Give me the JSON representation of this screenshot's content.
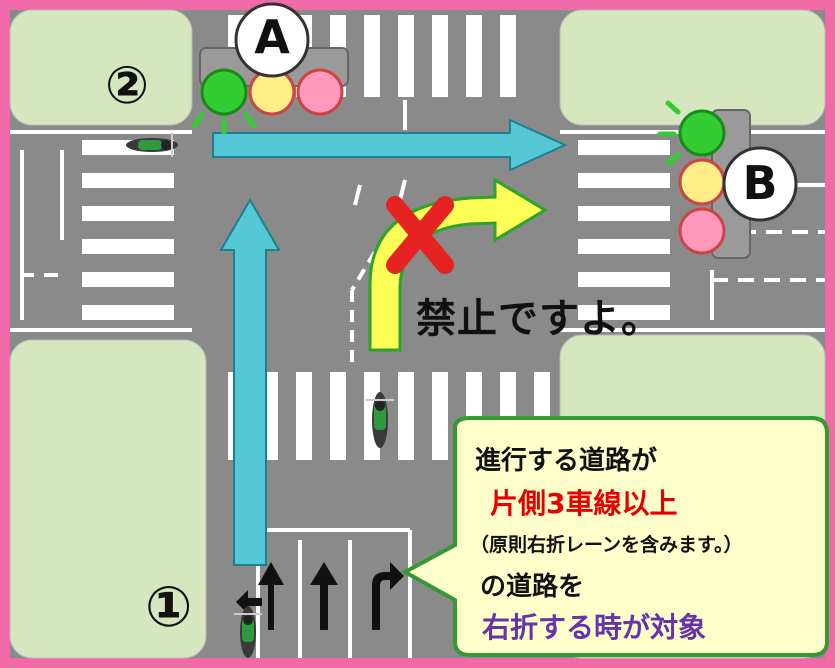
{
  "signals": {
    "a_label": "A",
    "b_label": "B",
    "colors": {
      "green": "#33cc33",
      "yellow": "#ffee88",
      "red": "#ff99bb"
    }
  },
  "route_labels": {
    "one": "①",
    "two": "②"
  },
  "prohibition": {
    "text": "禁止ですよ。"
  },
  "callout": {
    "line1": "進行する道路が",
    "line2": "片側3車線以上",
    "line3": "（原則右折レーンを含みます。）",
    "line4": "の道路を",
    "line5": "右折する時が対象",
    "colors": {
      "line2": "#e60000",
      "line5": "#6633aa",
      "fill": "#ffffcc",
      "border": "#339933"
    }
  },
  "theme": {
    "frame": "#f06aa8",
    "road": "#8a8a8a",
    "block": "#d6e6bf",
    "straight_arrow": "#55c8d6",
    "turn_arrow": "#ffff55"
  }
}
